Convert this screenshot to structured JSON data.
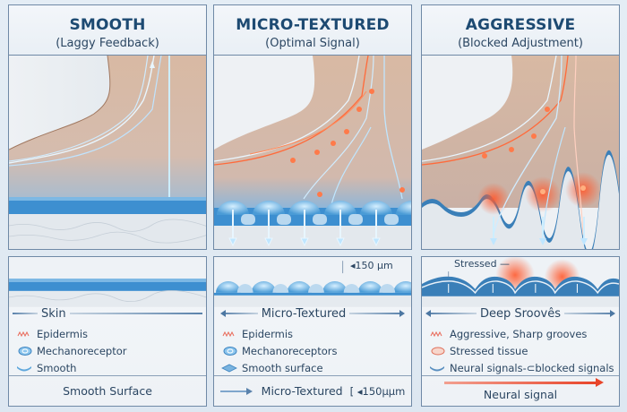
{
  "panels": [
    {
      "title": "SMOOTH",
      "subtitle": "(Laggy Feedback)",
      "caption": "Skin",
      "legend": [
        {
          "icon": "epidermis-icon",
          "label": "Epidermis"
        },
        {
          "icon": "mechanoreceptor-icon",
          "label": "Mechanoreceptor"
        },
        {
          "icon": "smooth-surface-icon",
          "label": "Smooth"
        }
      ],
      "footer": "Smooth Surface"
    },
    {
      "title": "MICRO-TEXTURED",
      "subtitle": "(Optimal Signal)",
      "scale_label": "◂150 µm",
      "caption": "Micro-Textured",
      "legend": [
        {
          "icon": "epidermis-icon",
          "label": "Epidermis"
        },
        {
          "icon": "mechanoreceptor-icon",
          "label": "Mechanoreceptors"
        },
        {
          "icon": "smooth-surface-icon",
          "label": "Smooth surface"
        }
      ],
      "footer": "Micro-Textured",
      "footer_extra": "[ ◂150µµm"
    },
    {
      "title": "AGGRESSIVE",
      "subtitle": "(Blocked Adjustment)",
      "stress_label": "Stressed —",
      "caption": "Deep Sroovês",
      "legend": [
        {
          "icon": "sharp-grooves-icon",
          "label": "Aggressive, Sharp grooves"
        },
        {
          "icon": "stressed-tissue-icon",
          "label": "Stressed tissue"
        },
        {
          "icon": "blocked-signal-icon",
          "label": "Neural signals-⊂blocked signals"
        }
      ],
      "footer": "Neural signal"
    }
  ],
  "colors": {
    "border": "#6f89a6",
    "title": "#1d4a72",
    "skin": "#d9b9a2",
    "signal_blue": "#bfe6ff",
    "signal_red": "#ff5a2e",
    "surface_blue": "#3d8fd0"
  }
}
